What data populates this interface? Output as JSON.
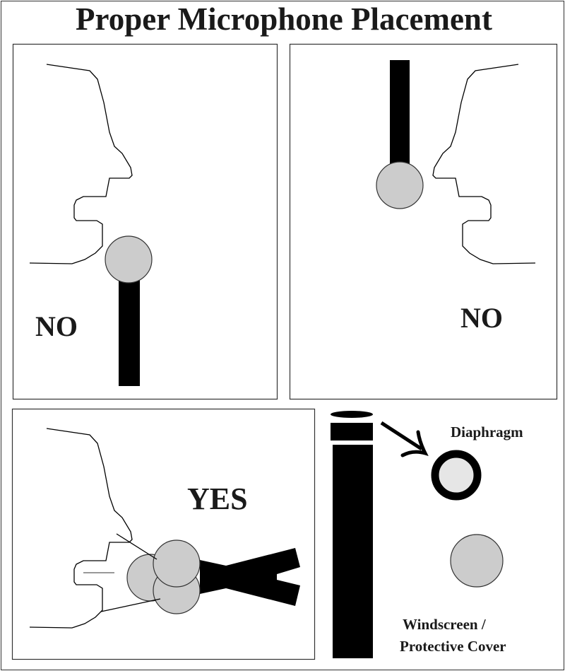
{
  "title": "Proper Microphone Placement",
  "panels": [
    {
      "verdict": "NO"
    },
    {
      "verdict": "NO"
    },
    {
      "verdict": "YES"
    }
  ],
  "legend": {
    "diaphragm_label": "Diaphragm",
    "windscreen_label_line1": "Windscreen /",
    "windscreen_label_line2": "Protective Cover"
  },
  "colors": {
    "mic_head": "#cccccc",
    "diaphragm_fill": "#e6e6e6",
    "ink": "#000000"
  }
}
